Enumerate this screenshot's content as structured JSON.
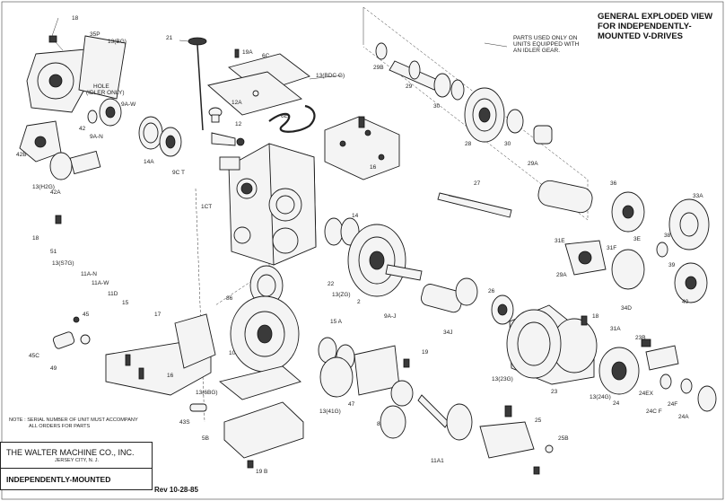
{
  "title": [
    "GENERAL EXPLODED VIEW",
    "FOR INDEPENDENTLY-",
    "MOUNTED V-DRIVES"
  ],
  "idler_note": [
    "PARTS USED ONLY ON",
    "UNITS EQUIPPED WITH",
    "AN IDLER GEAR."
  ],
  "serial_note": [
    "NOTE : SERIAL NUMBER OF UNIT MUST ACCOMPANY",
    "ALL ORDERS FOR PARTS"
  ],
  "hole_note": [
    "HOLE",
    "(IDLER ONLY)"
  ],
  "company": "THE WALTER MACHINE CO., INC.",
  "city": "JERSEY CITY, N. J.",
  "subtitle": "INDEPENDENTLY-MOUNTED",
  "revision": "Rev 10-28-85",
  "part_labels": {
    "p18a": "18",
    "p35p": "35P",
    "p13bg": "13(BG)",
    "p21": "21",
    "p19a": "19A",
    "p6c": "6C",
    "p13bdcg": "13(BDC G)",
    "p29b": "29B",
    "p29": "29",
    "p30a": "30",
    "p28": "28",
    "p30b": "30",
    "p29a": "29A",
    "p9aw": "9A-W",
    "p42": "42",
    "p9an": "9A-N",
    "p12a": "12A",
    "p12": "12",
    "p6e": "6E",
    "p14a": "14A",
    "p9ct": "9C T",
    "p16": "16",
    "p42b": "42B",
    "p13hg": "13(H2G)",
    "p42a": "42A",
    "p27": "27",
    "p36": "36",
    "p33a": "33A",
    "p1ct": "1CT",
    "p14": "14",
    "p18b": "18",
    "p51": "51",
    "p13sg": "13(S7G)",
    "p11an": "11A-N",
    "p11aw": "11A-W",
    "p11d": "11D",
    "p15": "15",
    "p22": "22",
    "p13zg": "13(ZG)",
    "p2": "2",
    "p9aj": "9A-J",
    "p26": "26",
    "p34j": "34J",
    "p29ab": "29A",
    "p38": "38",
    "p39": "39",
    "p40": "40",
    "p34d": "34D",
    "p31e": "31E",
    "p3e": "3E",
    "p31f": "31F",
    "p86": "86",
    "p45": "45",
    "p17": "17",
    "p45c": "45C",
    "p49": "49",
    "p10": "10",
    "p16b": "16",
    "p15a": "15 A",
    "p19": "19",
    "p47": "47",
    "p13tg": "13(41G)",
    "p8": "8",
    "p18c": "18",
    "p31a": "31A",
    "p23b": "23B",
    "p13eg": "13(23G)",
    "p23": "23",
    "p13ag": "13(24G)",
    "p24": "24",
    "p24ex": "24EX",
    "p24f": "24F",
    "p24cf": "24C F",
    "p24a": "24A",
    "p13dg": "13(6BG)",
    "p43s": "43S",
    "p5b": "5B",
    "p19b": "19 B",
    "p11a1": "11A1",
    "p25": "25",
    "p25b": "25B"
  }
}
